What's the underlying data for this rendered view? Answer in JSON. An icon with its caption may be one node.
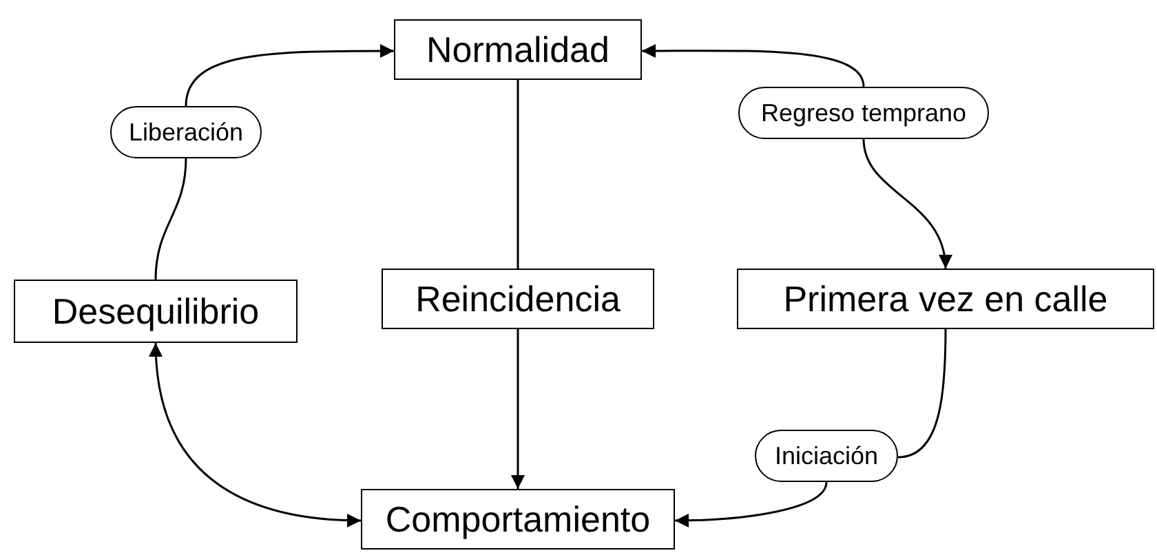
{
  "diagram": {
    "nodes": [
      {
        "text": [
          "Normalidad"
        ]
      },
      {
        "text": [
          "Liberación"
        ]
      },
      {
        "text": [
          "Regreso temprano"
        ]
      },
      {
        "text": [
          "Desequilibrio"
        ]
      },
      {
        "text": [
          "Reincidencia"
        ]
      },
      {
        "text": [
          "Primera vez en calle"
        ]
      },
      {
        "text": [
          "Iniciación"
        ]
      },
      {
        "text": [
          "Comportamiento"
        ]
      }
    ],
    "edges": [
      {
        "from": 3,
        "to": 1,
        "arrow": "none"
      },
      {
        "from": 1,
        "to": 0,
        "arrow": "to"
      },
      {
        "from": 2,
        "to": 0,
        "arrow": "to"
      },
      {
        "from": 2,
        "to": 5,
        "arrow": "to"
      },
      {
        "from": 0,
        "to": 4,
        "arrow": "none"
      },
      {
        "from": 4,
        "to": 7,
        "arrow": "to"
      },
      {
        "from": 5,
        "to": 6,
        "arrow": "none"
      },
      {
        "from": 6,
        "to": 7,
        "arrow": "to"
      },
      {
        "from": 3,
        "to": 7,
        "arrow": "both"
      }
    ]
  }
}
